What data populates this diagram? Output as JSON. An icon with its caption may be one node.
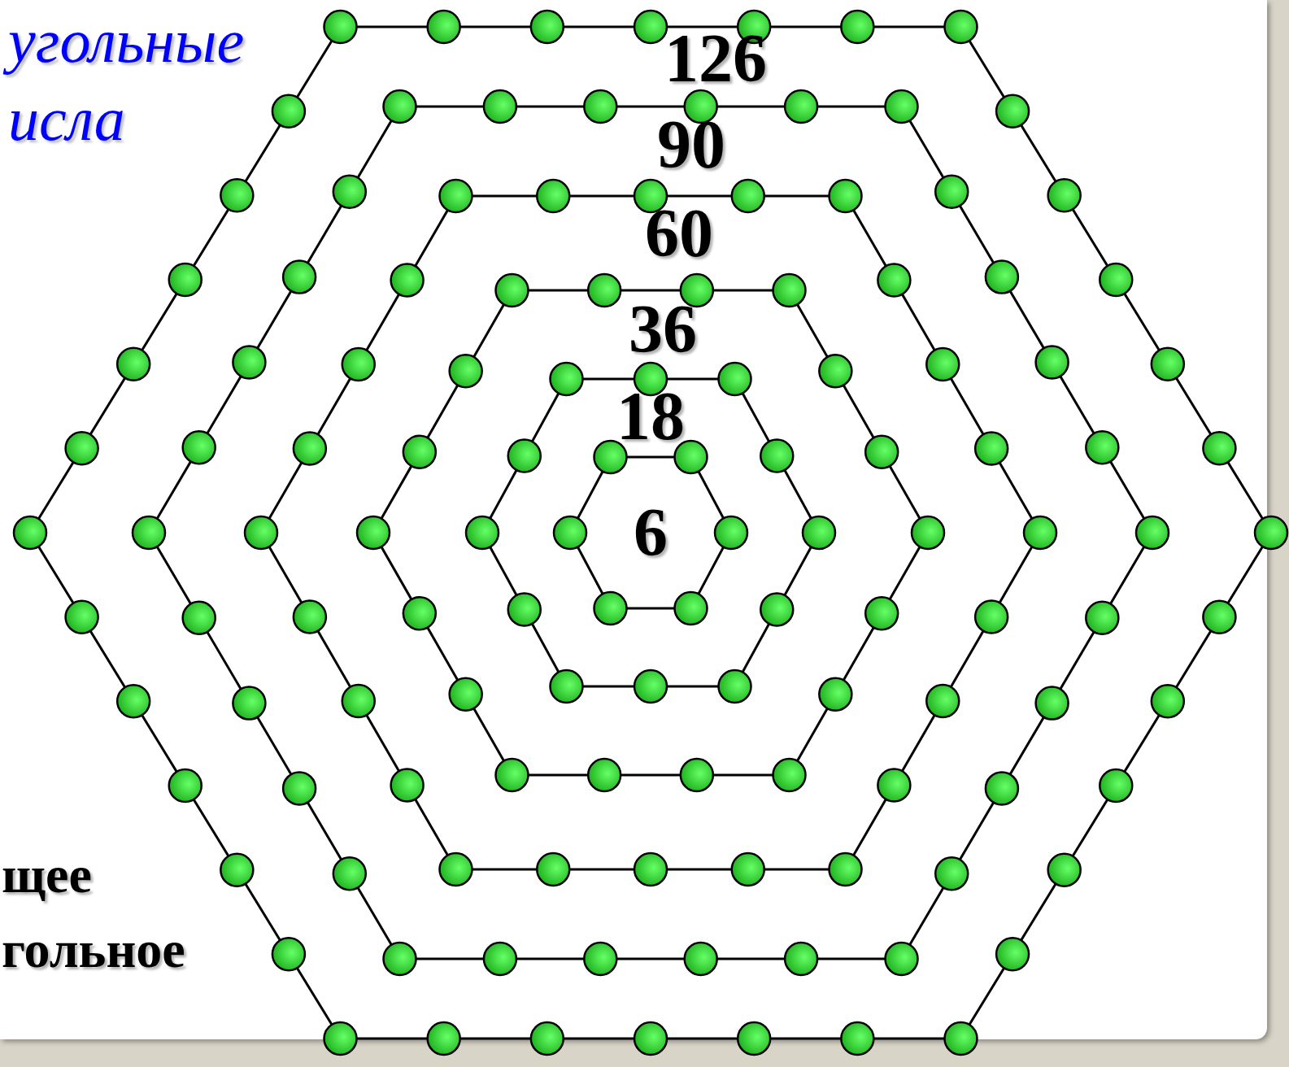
{
  "diagram": {
    "title": "угольные исла",
    "labels": [
      "126",
      "90",
      "60",
      "36",
      "18",
      "6",
      "щее гольное"
    ]
  }
}
